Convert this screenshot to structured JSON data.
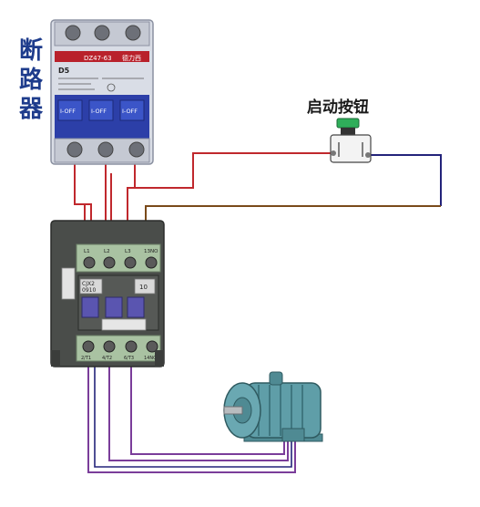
{
  "labels": {
    "breaker_chars": [
      "断",
      "路",
      "器"
    ],
    "start_button": "启动按钮"
  },
  "breaker": {
    "brand": "德力西",
    "model": "DZ47-63",
    "rating": "D5",
    "pole_labels": [
      "I-OFF",
      "I-OFF",
      "I-OFF"
    ]
  },
  "contactor": {
    "model": "CJX2",
    "code": "0910",
    "terminal_top": [
      "L1",
      "L2",
      "L3",
      "13NO"
    ],
    "terminal_bottom": [
      "2/T1",
      "4/T2",
      "6/T3",
      "14NO"
    ],
    "label_10": "10"
  },
  "colors": {
    "line_wire": "#c0282d",
    "control_wire_brown": "#7a4a1a",
    "control_wire_blue": "#23237a",
    "motor_wire": "#7a3d9a",
    "breaker_body": "#d9dde6",
    "breaker_blue": "#2c3fa8",
    "contactor_body": "#4a4d4a",
    "contactor_green": "#a9c2a2",
    "motor_body": "#5f9ea8",
    "button_green": "#2fae5a",
    "label_blue": "#1e3c8c"
  },
  "icons": {
    "breaker": "circuit-breaker-icon",
    "contactor": "contactor-icon",
    "button": "push-button-icon",
    "motor": "motor-icon"
  }
}
